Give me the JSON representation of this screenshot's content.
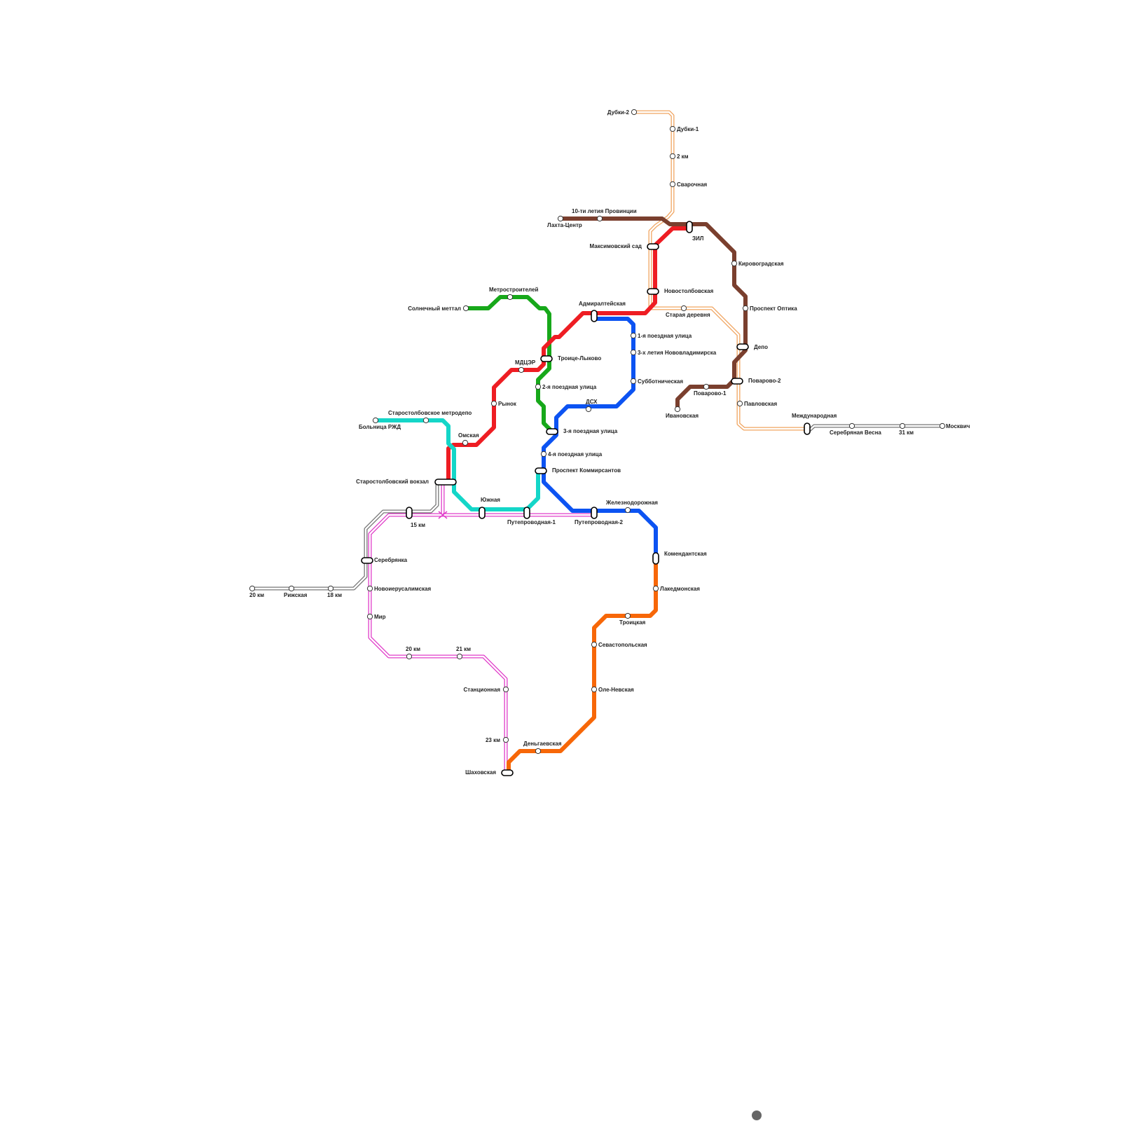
{
  "lines": [
    {
      "id": "red",
      "color": "#ee1d23",
      "style": "solid"
    },
    {
      "id": "green",
      "color": "#17a81a",
      "style": "solid"
    },
    {
      "id": "blue",
      "color": "#0c53f2",
      "style": "solid"
    },
    {
      "id": "cyan",
      "color": "#14d6c8",
      "style": "solid"
    },
    {
      "id": "orange",
      "color": "#f76708",
      "style": "solid"
    },
    {
      "id": "brown",
      "color": "#7a3f2e",
      "style": "solid"
    },
    {
      "id": "peach",
      "color": "#f0a561",
      "style": "double"
    },
    {
      "id": "magenta",
      "color": "#e03cc9",
      "style": "double"
    },
    {
      "id": "gray",
      "color": "#777777",
      "style": "double"
    }
  ],
  "stations": [
    {
      "id": "dubki2",
      "label": "Дубки-2"
    },
    {
      "id": "dubki1",
      "label": "Дубки-1"
    },
    {
      "id": "km2",
      "label": "2 км"
    },
    {
      "id": "svarochnaya",
      "label": "Сварочная"
    },
    {
      "id": "provincii",
      "label": "10-ти летия Провинции"
    },
    {
      "id": "lakhta",
      "label": "Лахта-Центр"
    },
    {
      "id": "zil",
      "label": "ЗИЛ"
    },
    {
      "id": "maksimovsky",
      "label": "Максимовский сад"
    },
    {
      "id": "kirovogradskaya",
      "label": "Кировоградская"
    },
    {
      "id": "novostolbovskaya",
      "label": "Новостолбовская"
    },
    {
      "id": "metrostroiteley",
      "label": "Метростроителей"
    },
    {
      "id": "solnechny",
      "label": "Солнечный меттал"
    },
    {
      "id": "admiralteyskaya",
      "label": "Адмиралтейская"
    },
    {
      "id": "staraya",
      "label": "Старая деревня"
    },
    {
      "id": "optika",
      "label": "Проспект Оптика"
    },
    {
      "id": "poezd1",
      "label": "1-я поездная улица"
    },
    {
      "id": "novovlad",
      "label": "3-х летия Нововладимирска"
    },
    {
      "id": "depo",
      "label": "Депо"
    },
    {
      "id": "troitse",
      "label": "Троице-Лыково"
    },
    {
      "id": "mdcer",
      "label": "МДЦЭР"
    },
    {
      "id": "poezd2",
      "label": "2-я поездная улица"
    },
    {
      "id": "subbot",
      "label": "Субботническая"
    },
    {
      "id": "povarovo2",
      "label": "Поварово-2"
    },
    {
      "id": "povarovo1",
      "label": "Поварово-1"
    },
    {
      "id": "rynok",
      "label": "Рынок"
    },
    {
      "id": "dsh",
      "label": "ДСХ"
    },
    {
      "id": "pavlovskaya",
      "label": "Павловская"
    },
    {
      "id": "ivanovskaya",
      "label": "Ивановская"
    },
    {
      "id": "mezhdunar",
      "label": "Международная"
    },
    {
      "id": "metrodepo",
      "label": "Старостолбовское метродепо"
    },
    {
      "id": "bolnica",
      "label": "Больница РЖД"
    },
    {
      "id": "serebvesna",
      "label": "Серебряная Весна"
    },
    {
      "id": "km31",
      "label": "31 км"
    },
    {
      "id": "moskvich",
      "label": "Москвич"
    },
    {
      "id": "poezd3",
      "label": "3-я поездная улица"
    },
    {
      "id": "omskaya",
      "label": "Омская"
    },
    {
      "id": "poezd4",
      "label": "4-я поездная улица"
    },
    {
      "id": "kommersant",
      "label": "Проспект Коммирсантов"
    },
    {
      "id": "vokzal",
      "label": "Старостолбовский вокзал"
    },
    {
      "id": "yuzhnaya",
      "label": "Южная"
    },
    {
      "id": "zheleznodor",
      "label": "Железнодорожная"
    },
    {
      "id": "km15",
      "label": "15 км"
    },
    {
      "id": "puteprov1",
      "label": "Путепроводная-1"
    },
    {
      "id": "puteprov2",
      "label": "Путепроводная-2"
    },
    {
      "id": "komendant",
      "label": "Комендантская"
    },
    {
      "id": "serebryanka",
      "label": "Серебрянка"
    },
    {
      "id": "novoierus",
      "label": "Новоиерусалимская"
    },
    {
      "id": "lakedem",
      "label": "Лакедмонская"
    },
    {
      "id": "km20w",
      "label": "20 км"
    },
    {
      "id": "rizhskaya",
      "label": "Рижская"
    },
    {
      "id": "km18",
      "label": "18 км"
    },
    {
      "id": "mir",
      "label": "Мир"
    },
    {
      "id": "troickaya",
      "label": "Троицкая"
    },
    {
      "id": "sevastop",
      "label": "Севастопольская"
    },
    {
      "id": "km20s",
      "label": "20 км"
    },
    {
      "id": "km21",
      "label": "21 км"
    },
    {
      "id": "stancion",
      "label": "Станционная"
    },
    {
      "id": "olenevsk",
      "label": "Оле-Невская"
    },
    {
      "id": "km23",
      "label": "23 км"
    },
    {
      "id": "dengaev",
      "label": "Деньгаевская"
    },
    {
      "id": "shakhov",
      "label": "Шаховская"
    }
  ]
}
